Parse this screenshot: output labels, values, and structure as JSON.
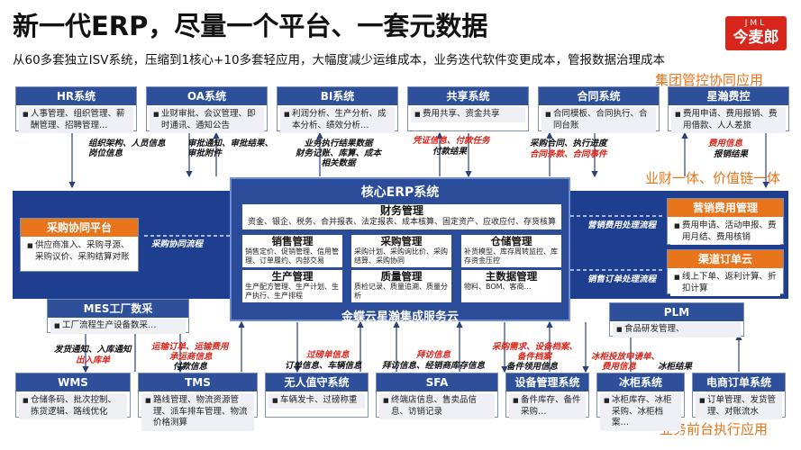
{
  "header": {
    "title": "新一代ERP，尽量一个平台、一套元数据",
    "subtitle": "从60多套独立ISV系统，压缩到1核心+10多套轻应用，大幅度减少运维成本，业务迭代软件变更成本，管报数据治理成本",
    "logo_top": "JML",
    "logo_bottom": "今麦郎"
  },
  "sections": {
    "top": "集团管控协同应用",
    "middle": "业财一体、价值链一体",
    "bottom": "业务前台执行应用"
  },
  "top_systems": [
    {
      "title": "HR系统",
      "items": [
        "人事管理、组织管理、薪酬管理、招聘管理…"
      ]
    },
    {
      "title": "OA系统",
      "items": [
        "业财审批、会议管理、即时通讯、通知公告"
      ]
    },
    {
      "title": "BI系统",
      "items": [
        "利润分析、生产分析、成本分析、绩效分析…"
      ]
    },
    {
      "title": "共享系统",
      "items": [
        "费用共享、资金共享"
      ]
    },
    {
      "title": "合同系统",
      "items": [
        "合同模板、合同执行、合同台账"
      ]
    },
    {
      "title": "星瀚费控",
      "items": [
        "费用申请、费用报销、费用借款、人人差旅"
      ]
    }
  ],
  "top_annotations": [
    {
      "text": "组织架构、人员信息\n岗位信息",
      "red": false
    },
    {
      "text": "审批通知、审批结果、\n审批附件",
      "red": false
    },
    {
      "text": "业务执行结果数据\n财务记账、库算、成本\n相关数据",
      "red": false
    },
    {
      "text": "凭证信息、付款任务",
      "red": true
    },
    {
      "text": "付款结果",
      "red": false
    },
    {
      "text": "采购合同、执行进度",
      "red": false
    },
    {
      "text": "合同条款、合同事件",
      "red": true
    },
    {
      "text": "费用信息",
      "red": true
    },
    {
      "text": "报销结果",
      "red": false
    }
  ],
  "core": {
    "title": "核心ERP系统",
    "finance": {
      "title": "财务管理",
      "desc": "资金、银企、税务、合并报表、法定报表、成本核算、固定资产、应收应付、存货核算"
    },
    "modules": [
      {
        "title": "销售管理",
        "desc": "销售定价、促销管理、信用管理、订单履约、内部交易"
      },
      {
        "title": "采购管理",
        "desc": "采购计划、采购询比价、采购结算、采购协同"
      },
      {
        "title": "仓储管理",
        "desc": "补货模型、库存周转监控、库存资金压控"
      },
      {
        "title": "生产管理",
        "desc": "生产配方管理、生产计划、生产执行、生产排程"
      },
      {
        "title": "质量管理",
        "desc": "质检记录、质量追溯、质量分析"
      },
      {
        "title": "主数据管理",
        "desc": "物料、BOM、客商…"
      }
    ],
    "cloud": "金蝶云星瀚集成服务云"
  },
  "left_box": {
    "title": "采购协同平台",
    "items": [
      "供应商准入、采购寻源、采购议价、采购结算对账"
    ]
  },
  "left_flow": "采购协同流程",
  "right_boxes": [
    {
      "title": "营销费用管理",
      "items": [
        "费用申请、活动申报、费用月结、费用核销"
      ]
    },
    {
      "title": "渠道订单云",
      "items": [
        "线上下单、返利计算、折扣计算"
      ]
    }
  ],
  "right_flows": [
    "营销费用处理流程",
    "销售订单处理流程"
  ],
  "mes": {
    "title": "MES工厂数采",
    "items": [
      "工厂流程生产设备数采…"
    ]
  },
  "plm": {
    "title": "PLM",
    "items": [
      "食品研发管理、"
    ]
  },
  "bottom_systems": [
    {
      "title": "WMS",
      "items": [
        "仓储条码、批次控制、拣货逻辑、路线优化"
      ]
    },
    {
      "title": "TMS",
      "items": [
        "路线管理、物流资源管理、派车排车管理、物流价格测算"
      ]
    },
    {
      "title": "无人值守系统",
      "items": [
        "车辆发卡、过磅称重"
      ]
    },
    {
      "title": "SFA",
      "items": [
        "终端店信息、售卖品信息、访销记录"
      ]
    },
    {
      "title": "设备管理系统",
      "items": [
        "备件库存、备件采购…"
      ]
    },
    {
      "title": "冰柜系统",
      "items": [
        "冰柜库存、冰柜采购、冰柜档案…"
      ]
    },
    {
      "title": "电商订单系统",
      "items": [
        "订单管理、发货管理、对账流水"
      ]
    }
  ],
  "bottom_annotations": [
    {
      "text": "发货通知、入库通知",
      "red": false
    },
    {
      "text": "出入库单",
      "red": true
    },
    {
      "text": "运输订单、运输费用",
      "red": true
    },
    {
      "text": "承运商信息",
      "red": true
    },
    {
      "text": "付款信息",
      "red": false
    },
    {
      "text": "过磅单信息",
      "red": true
    },
    {
      "text": "订单信息、车辆信息",
      "red": false
    },
    {
      "text": "拜访信息",
      "red": true
    },
    {
      "text": "拜访信息、经销商库存信息",
      "red": false
    },
    {
      "text": "采购需求、设备档案、",
      "red": true
    },
    {
      "text": "备件档案",
      "red": true
    },
    {
      "text": "备件领用信息",
      "red": false
    },
    {
      "text": "冰柜投放申请单、",
      "red": true
    },
    {
      "text": "费用信息",
      "red": true
    },
    {
      "text": "冰柜结果",
      "red": false
    }
  ]
}
